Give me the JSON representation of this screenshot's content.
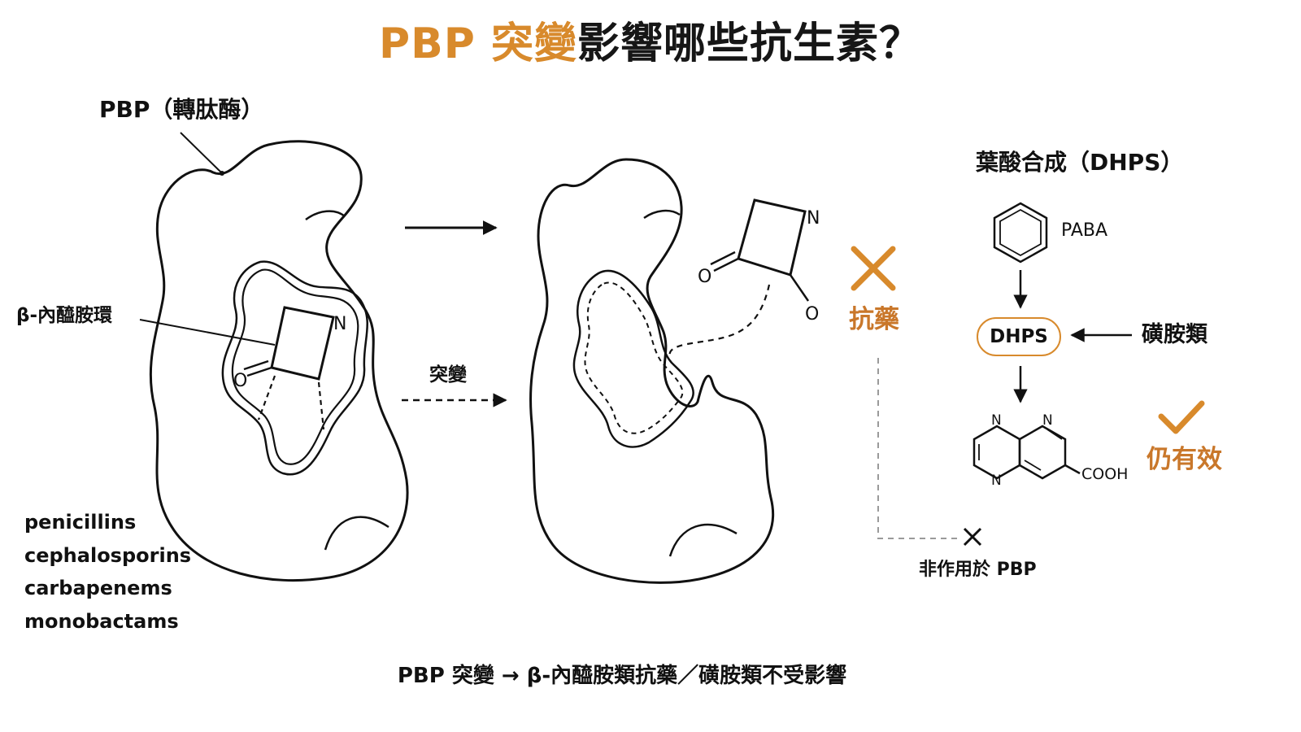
{
  "title": {
    "part1": "PBP 突變",
    "part2": "影響哪些抗生素？"
  },
  "labels": {
    "pbp_enzyme": "PBP（轉肽酶）",
    "beta_lactam_ring": "β-內醯胺環",
    "mutation": "突變",
    "antibiotic_resistant": "抗藥",
    "not_acting_on_pbp": "非作用於 PBP",
    "folate_synthesis": "葉酸合成（DHPS）",
    "paba": "PABA",
    "dhps": "DHPS",
    "sulfonamides": "磺胺類",
    "still_effective": "仍有效",
    "cooh": "COOH",
    "atom_n": "N",
    "atom_o": "O"
  },
  "antibiotic_classes": [
    "penicillins",
    "cephalosporins",
    "carbapenems",
    "monobactams"
  ],
  "footer": "PBP 突變 → β-內醯胺類抗藥／磺胺類不受影響",
  "colors": {
    "accent": "#d88a2c",
    "accent_dark": "#c9772a",
    "ink": "#111111",
    "dash_gray": "#9a9a9a"
  },
  "icons": {
    "resistant_mark": "cross-icon",
    "effective_mark": "check-icon",
    "blocked_mark": "small-cross-icon"
  }
}
